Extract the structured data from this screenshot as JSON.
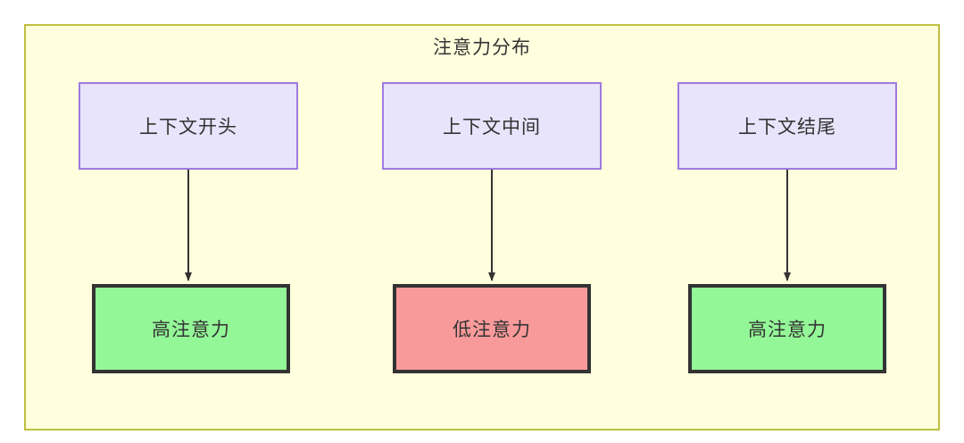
{
  "diagram": {
    "title": "注意力分布",
    "background_color": "#ffffde",
    "border_color": "#bfbf40",
    "columns": [
      {
        "source": {
          "label": "上下文开头",
          "fill": "#e7e4fb",
          "stroke": "#9f7ae0"
        },
        "target": {
          "label": "高注意力",
          "fill": "#94f797",
          "stroke": "#333333",
          "level": "high"
        },
        "edge": {
          "kind": "arrow",
          "direction": "down"
        }
      },
      {
        "source": {
          "label": "上下文中间",
          "fill": "#e7e4fb",
          "stroke": "#9f7ae0"
        },
        "target": {
          "label": "低注意力",
          "fill": "#f99a9a",
          "stroke": "#333333",
          "level": "low"
        },
        "edge": {
          "kind": "arrow",
          "direction": "down"
        }
      },
      {
        "source": {
          "label": "上下文结尾",
          "fill": "#e7e4fb",
          "stroke": "#9f7ae0"
        },
        "target": {
          "label": "高注意力",
          "fill": "#94f797",
          "stroke": "#333333",
          "level": "high"
        },
        "edge": {
          "kind": "arrow",
          "direction": "down"
        }
      }
    ]
  }
}
